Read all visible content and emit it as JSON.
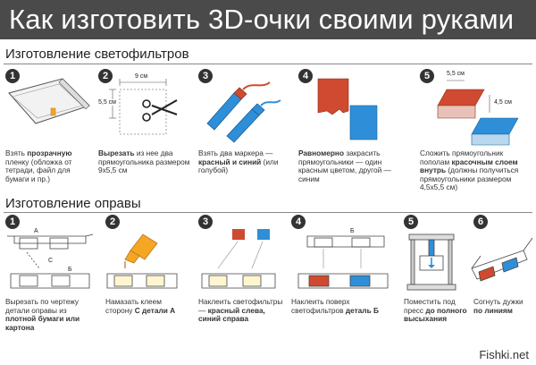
{
  "title": "Как изготовить 3D-очки своими руками",
  "section1": {
    "title": "Изготовление светофильтров",
    "steps": [
      {
        "num": "1",
        "pre": "Взять ",
        "bold": "прозрачную",
        "post": " пленку (обложка от тетради, файл для бумаги и пр.)"
      },
      {
        "num": "2",
        "pre": "",
        "bold": "Вырезать",
        "post": " из нее два прямоугольника размером 9х5,5 см"
      },
      {
        "num": "3",
        "pre": "Взять два маркера — ",
        "bold": "красный и синий",
        "post": " (или голубой)"
      },
      {
        "num": "4",
        "pre": "",
        "bold": "Равномерно",
        "post": " закрасить прямоугольники — один красным цветом, другой — синим"
      },
      {
        "num": "5",
        "pre": "Сложить прямоугольник пополам ",
        "bold": "красочным слоем внутрь",
        "post": " (должны получиться прямоугольники размером 4,5х5,5 см)"
      }
    ],
    "dims": {
      "w9": "9 см",
      "h55": "5,5 см",
      "w55": "5,5 см",
      "h45": "4,5 см"
    }
  },
  "section2": {
    "title": "Изготовление оправы",
    "steps": [
      {
        "num": "1",
        "pre": "Вырезать по чертежу детали оправы из ",
        "bold": "плотной бумаги или картона",
        "post": ""
      },
      {
        "num": "2",
        "pre": "Намазать клеем сторону ",
        "bold": "С детали А",
        "post": ""
      },
      {
        "num": "3",
        "pre": "Наклеить светофильтры — ",
        "bold": "красный слева, синий справа",
        "post": ""
      },
      {
        "num": "4",
        "pre": "Наклеить поверх светофильтров ",
        "bold": "деталь Б",
        "post": ""
      },
      {
        "num": "5",
        "pre": "Поместить под пресс ",
        "bold": "до полного высыхания",
        "post": ""
      },
      {
        "num": "6",
        "pre": "Согнуть дужки ",
        "bold": "по линиям",
        "post": ""
      }
    ],
    "labels": {
      "a": "А",
      "b": "Б",
      "c": "С"
    }
  },
  "watermark": "Fishki.net",
  "colors": {
    "banner": "#4a4a4a",
    "red": "#cf4a30",
    "blue": "#2e8fd8",
    "yellow": "#f5a623"
  }
}
